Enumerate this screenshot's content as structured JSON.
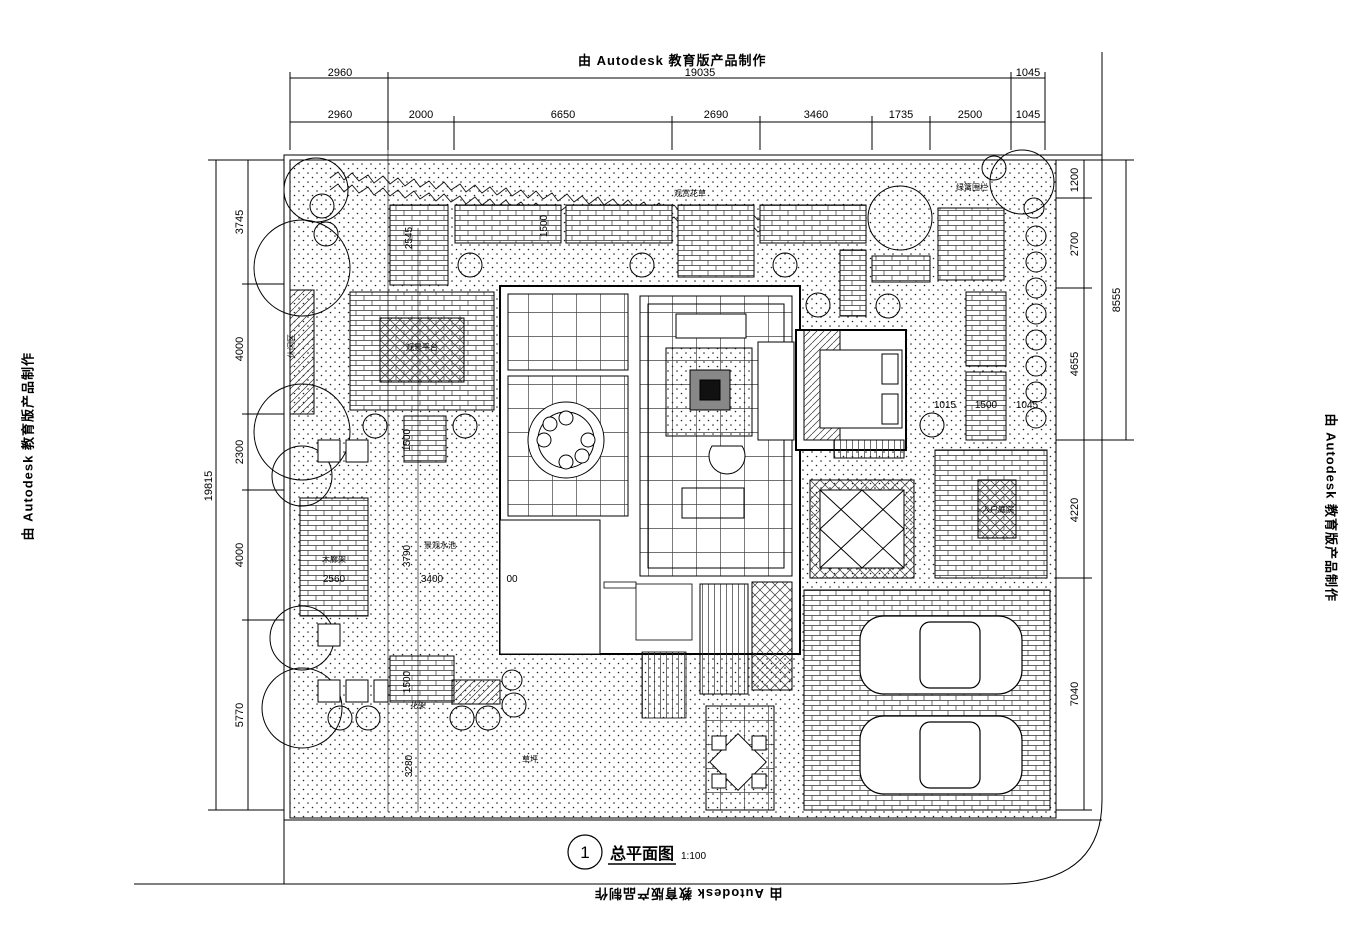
{
  "watermark": {
    "top": "由 Autodesk 教育版产品制作",
    "bottom": "由 Autodesk 教育版产品制作",
    "left": "由 Autodesk 教育版产品制作",
    "right": "由 Autodesk 教育版产品制作"
  },
  "dimensions": {
    "top_overall": [
      "2960",
      "19035",
      "1045"
    ],
    "top_detail": [
      "2960",
      "2000",
      "6650",
      "2690",
      "3460",
      "1735",
      "2500",
      "1045"
    ],
    "left_total": "19815",
    "left_detail": [
      "3745",
      "4000",
      "2300",
      "4000",
      "5770"
    ],
    "right_detail": [
      "1200",
      "2700",
      "4655",
      "4220",
      "7040"
    ],
    "right_total": "8555",
    "inner": [
      "2545",
      "1500",
      "1500",
      "1500",
      "3790",
      "3400",
      "2560",
      "3280",
      "1015",
      "1500",
      "1045",
      "00"
    ]
  },
  "labels": {
    "yard_north": "观赏花草",
    "yard_ne": "绿篱围栏",
    "platform": "观景平台",
    "wood_shelf": "木廊架",
    "lounge": "休闲区",
    "pool": "景观水池",
    "entry_yard": "入户庭院",
    "lawn": "草坪",
    "veranda": "花架"
  },
  "title_block": {
    "number": "1",
    "title": "总平面图",
    "scale": "1:100"
  }
}
